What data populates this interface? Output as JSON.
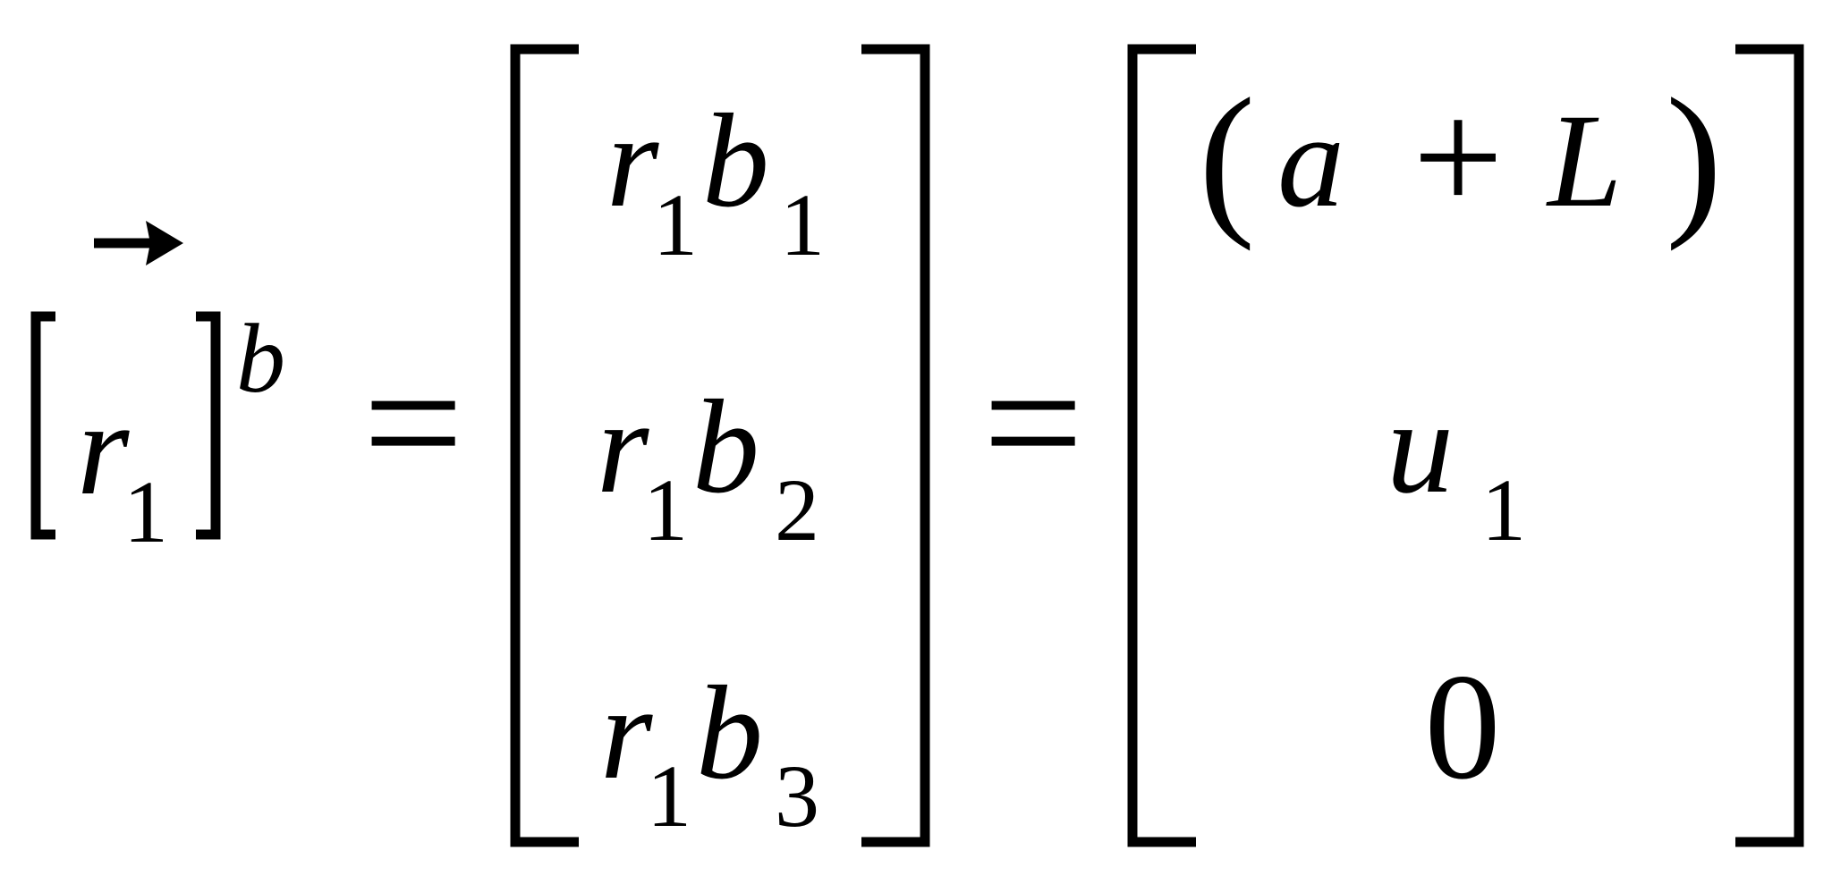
{
  "colors": {
    "ink": "#000000",
    "background": "#ffffff"
  },
  "lhs": {
    "vector_symbol": "r",
    "vector_subscript": "1",
    "frame_superscript": "b"
  },
  "equals": "=",
  "middle_matrix": [
    {
      "symbol": "r",
      "symbol_subscript": "1",
      "component": "b",
      "component_subscript": "1"
    },
    {
      "symbol": "r",
      "symbol_subscript": "1",
      "component": "b",
      "component_subscript": "2"
    },
    {
      "symbol": "r",
      "symbol_subscript": "1",
      "component": "b",
      "component_subscript": "3"
    }
  ],
  "right_matrix": {
    "row1": {
      "open_paren": "(",
      "a": "a",
      "plus": "+",
      "L": "L",
      "close_paren": ")"
    },
    "row2": {
      "symbol": "u",
      "subscript": "1"
    },
    "row3": {
      "value": "0"
    }
  }
}
